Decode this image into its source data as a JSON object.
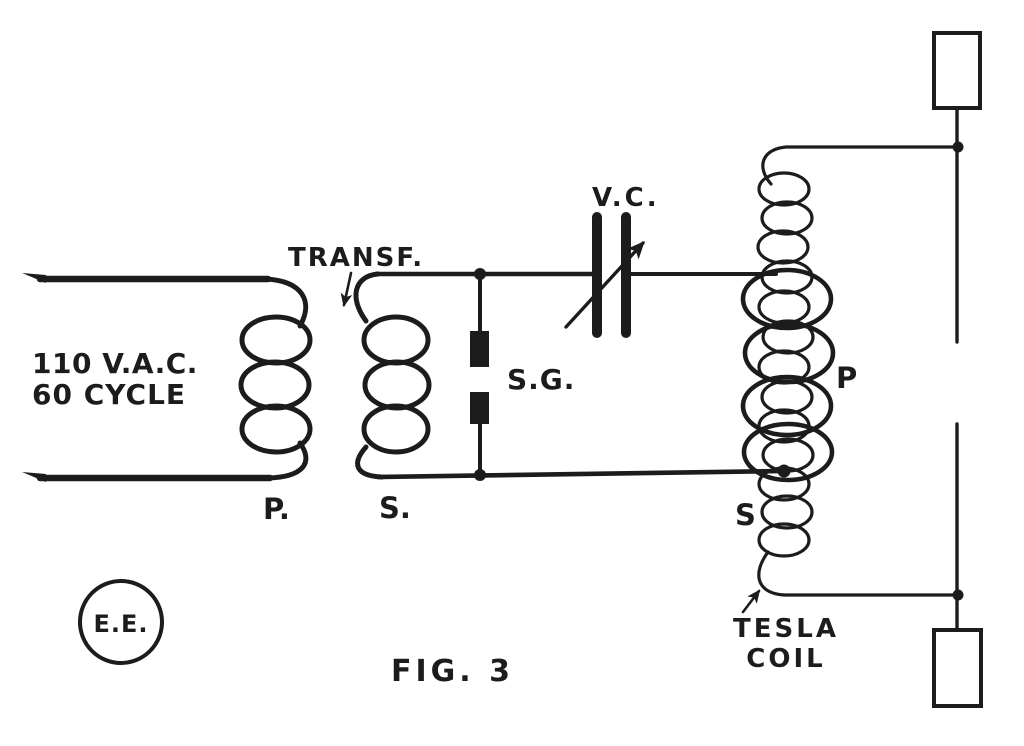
{
  "colors": {
    "ink": "#1c1c1c",
    "background": "#ffffff"
  },
  "ac_source": {
    "voltage": "110 V.A.C.",
    "frequency": "60 CYCLE"
  },
  "transformer": {
    "label": "TRANSF.",
    "primary_label": "P.",
    "secondary_label": "S."
  },
  "spark_gap": {
    "label": "S.G."
  },
  "variable_capacitor": {
    "label": "V.C."
  },
  "tesla_coil": {
    "primary_label": "P",
    "secondary_label": "S",
    "name_line1": "TESLA",
    "name_line2": "COIL"
  },
  "figure": {
    "caption": "FIG. 3",
    "monogram": "E.E."
  }
}
